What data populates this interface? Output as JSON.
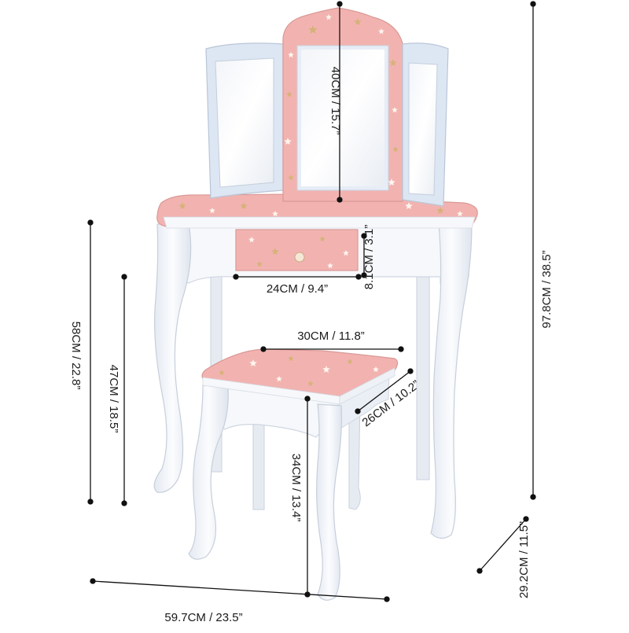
{
  "dimensions": {
    "mirror_height": "40CM / 15.7”",
    "drawer_height": "8.1CM / 3.1”",
    "drawer_width": "24CM / 9.4”",
    "total_height": "97.8CM / 38.5”",
    "table_height": "58CM / 22.8”",
    "knee_height": "47CM / 18.5”",
    "stool_width": "30CM / 11.8”",
    "stool_depth": "26CM / 10.2”",
    "stool_height": "34CM / 13.4”",
    "table_depth": "29.2CM / 11.5”",
    "table_width": "59.7CM / 23.5”"
  },
  "colors": {
    "pink": "#f2b3b0",
    "white_body": "#f4f6fa",
    "frame_blue": "#dde6f3",
    "star_gold": "#d6b27a",
    "star_white": "#fff6ef",
    "line": "#111111"
  }
}
